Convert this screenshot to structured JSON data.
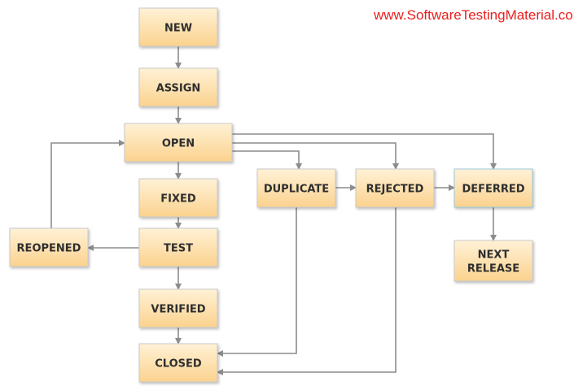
{
  "watermark": "www.SoftwareTestingMaterial.com",
  "colors": {
    "box_fill_top": "#fff1d6",
    "box_fill_bottom": "#fbd28e",
    "box_border": "#c9c9c9",
    "arrow": "#8c8c8c",
    "watermark": "#e8201e"
  },
  "nodes": [
    {
      "id": "new",
      "lines": [
        "NEW"
      ]
    },
    {
      "id": "assign",
      "lines": [
        "ASSIGN"
      ]
    },
    {
      "id": "open",
      "lines": [
        "OPEN"
      ]
    },
    {
      "id": "fixed",
      "lines": [
        "FIXED"
      ]
    },
    {
      "id": "test",
      "lines": [
        "TEST"
      ]
    },
    {
      "id": "verified",
      "lines": [
        "VERIFIED"
      ]
    },
    {
      "id": "closed",
      "lines": [
        "CLOSED"
      ]
    },
    {
      "id": "reopened",
      "lines": [
        "REOPENED"
      ]
    },
    {
      "id": "duplicate",
      "lines": [
        "DUPLICATE"
      ]
    },
    {
      "id": "rejected",
      "lines": [
        "REJECTED"
      ]
    },
    {
      "id": "deferred",
      "lines": [
        "DEFERRED"
      ]
    },
    {
      "id": "next-release",
      "lines": [
        "NEXT",
        "RELEASE"
      ]
    }
  ],
  "edges": [
    {
      "from": "new",
      "to": "assign"
    },
    {
      "from": "assign",
      "to": "open"
    },
    {
      "from": "open",
      "to": "fixed"
    },
    {
      "from": "fixed",
      "to": "test"
    },
    {
      "from": "test",
      "to": "verified"
    },
    {
      "from": "verified",
      "to": "closed"
    },
    {
      "from": "test",
      "to": "reopened"
    },
    {
      "from": "reopened",
      "to": "open"
    },
    {
      "from": "open",
      "to": "duplicate"
    },
    {
      "from": "open",
      "to": "rejected"
    },
    {
      "from": "open",
      "to": "deferred"
    },
    {
      "from": "duplicate",
      "to": "rejected"
    },
    {
      "from": "rejected",
      "to": "deferred"
    },
    {
      "from": "deferred",
      "to": "next-release"
    },
    {
      "from": "duplicate",
      "to": "closed"
    },
    {
      "from": "rejected",
      "to": "closed"
    }
  ]
}
